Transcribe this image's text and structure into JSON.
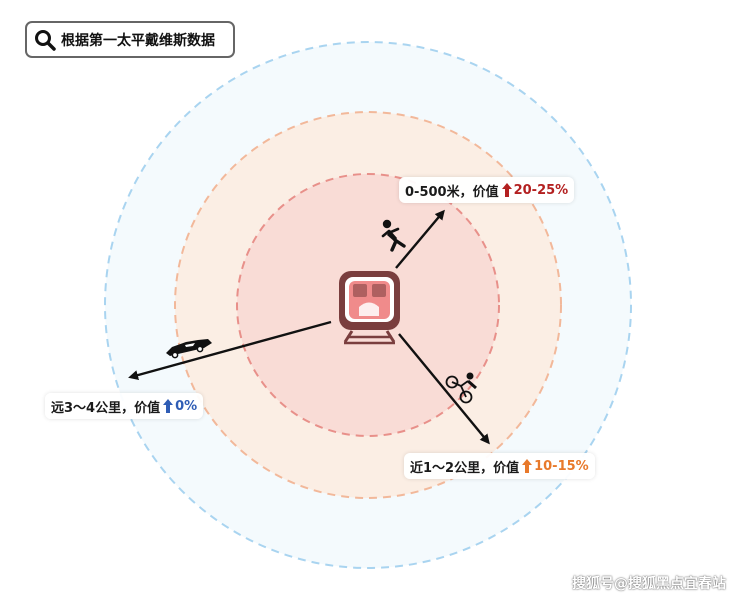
{
  "header": {
    "title": "根据第一太平戴维斯数据",
    "icon": "search-icon"
  },
  "labels": {
    "inner": {
      "text": "0-500米，价值",
      "pct": "20-25%",
      "color": "#b32020",
      "icon": "arrow-up-icon"
    },
    "middle": {
      "text": "近1～2公里，价值",
      "pct": "10-15%",
      "color": "#e8792b",
      "icon": "arrow-up-icon"
    },
    "outer": {
      "text": "远3～4公里，价值",
      "pct": "0%",
      "color": "#2f5db5",
      "icon": "arrow-up-icon"
    }
  },
  "icons": [
    "train-icon",
    "walking-person-icon",
    "bicycle-icon",
    "car-icon"
  ],
  "colors": {
    "outer_ring_fill": "#f4fafd",
    "outer_ring_stroke": "#a9d4f0",
    "middle_ring_fill": "#fbeee4",
    "middle_ring_stroke": "#f2b89a",
    "inner_ring_fill": "#f9dcd6",
    "inner_ring_stroke": "#e8908a",
    "train_body": "#7a3e3e",
    "train_window": "#f08b8b"
  },
  "watermark": "搜狐号@搜狐黑点宜春站"
}
